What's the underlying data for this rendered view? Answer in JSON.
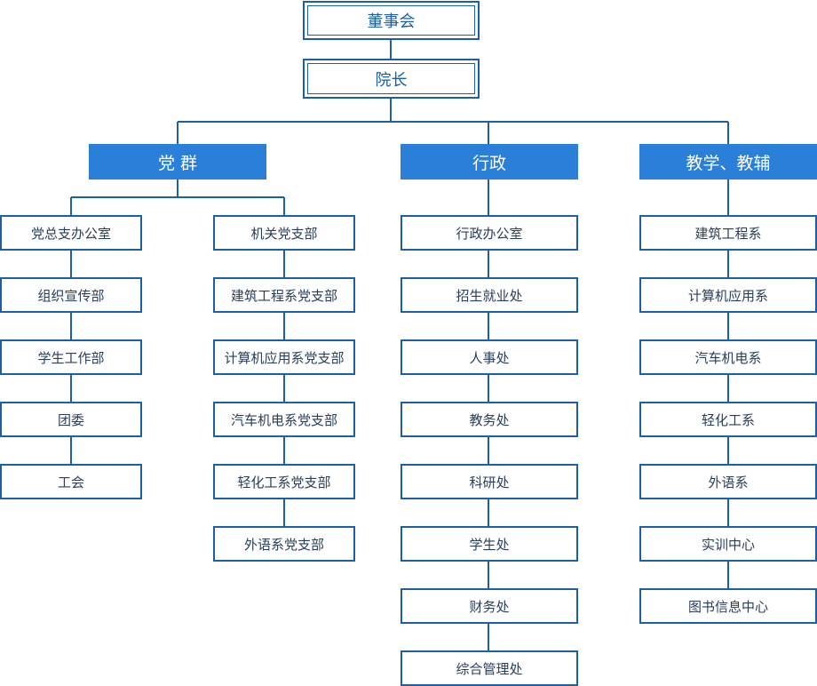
{
  "board": "董事会",
  "president": "院长",
  "categories": [
    {
      "label": "党 群"
    },
    {
      "label": "行政"
    },
    {
      "label": "教学、教辅"
    }
  ],
  "party_branch_left": [
    "党总支办公室",
    "组织宣传部",
    "学生工作部",
    "团委",
    "工会"
  ],
  "party_branch_right": [
    "机关党支部",
    "建筑工程系党支部",
    "计算机应用系党支部",
    "汽车机电系党支部",
    "轻化工系党支部",
    "外语系党支部"
  ],
  "admin": [
    "行政办公室",
    "招生就业处",
    "人事处",
    "教务处",
    "科研处",
    "学生处",
    "财务处",
    "综合管理处"
  ],
  "teaching": [
    "建筑工程系",
    "计算机应用系",
    "汽车机电系",
    "轻化工系",
    "外语系",
    "实训中心",
    "图书信息中心"
  ],
  "colors": {
    "line": "#1c5fa6",
    "category_fill": "#2a7fd8",
    "text": "#2a3d59"
  }
}
